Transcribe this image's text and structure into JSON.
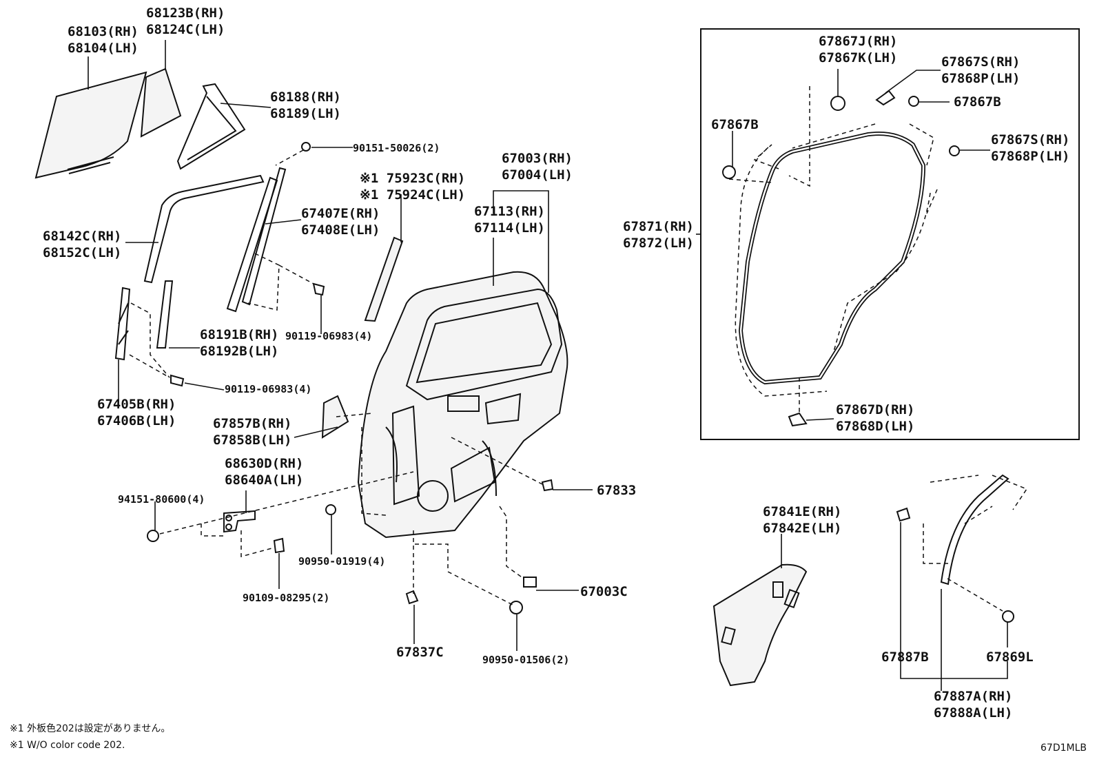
{
  "labels": {
    "l68123": [
      "68123B(RH)",
      "68124C(LH)"
    ],
    "l68103": [
      "68103(RH)",
      "68104(LH)"
    ],
    "l68188": [
      "68188(RH)",
      "68189(LH)"
    ],
    "l90151": "90151-50026(2)",
    "l68142": [
      "68142C(RH)",
      "68152C(LH)"
    ],
    "l67407": [
      "67407E(RH)",
      "67408E(LH)"
    ],
    "l90119a": "90119-06983(4)",
    "l68191": [
      "68191B(RH)",
      "68192B(LH)"
    ],
    "l90119b": "90119-06983(4)",
    "l67405": [
      "67405B(RH)",
      "67406B(LH)"
    ],
    "l75923": [
      "※1 75923C(RH)",
      "※1 75924C(LH)"
    ],
    "l67003": [
      "67003(RH)",
      "67004(LH)"
    ],
    "l67113": [
      "67113(RH)",
      "67114(LH)"
    ],
    "l67857": [
      "67857B(RH)",
      "67858B(LH)"
    ],
    "l68630": [
      "68630D(RH)",
      "68640A(LH)"
    ],
    "l94151": "94151-80600(4)",
    "l90950a": "90950-01919(4)",
    "l90109": "90109-08295(2)",
    "l67833": "67833",
    "l67003c": "67003C",
    "l67837c": "67837C",
    "l90950b": "90950-01506(2)",
    "l67867j": [
      "67867J(RH)",
      "67867K(LH)"
    ],
    "l67867s1": [
      "67867S(RH)",
      "67868P(LH)"
    ],
    "l67867b1": "67867B",
    "l67867b2": "67867B",
    "l67867s2": [
      "67867S(RH)",
      "67868P(LH)"
    ],
    "l67871": [
      "67871(RH)",
      "67872(LH)"
    ],
    "l67867d": [
      "67867D(RH)",
      "67868D(LH)"
    ],
    "l67841": [
      "67841E(RH)",
      "67842E(LH)"
    ],
    "l67887b": "67887B",
    "l67869l": "67869L",
    "l67887a": [
      "67887A(RH)",
      "67888A(LH)"
    ]
  },
  "notes": {
    "jp": "※1 外板色202は設定がありません。",
    "en": "※1 W/O color code 202."
  },
  "diagram_code": "67D1MLB"
}
